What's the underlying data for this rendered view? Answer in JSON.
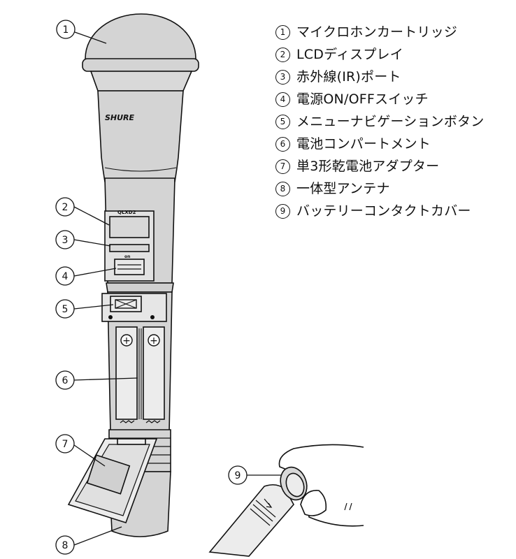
{
  "brand": {
    "logo_text": "SHURE"
  },
  "device_labels": {
    "model": "QLXD2",
    "power": "on"
  },
  "legend": [
    {
      "num": "1",
      "text": "マイクロホンカートリッジ"
    },
    {
      "num": "2",
      "text": "LCDディスプレイ"
    },
    {
      "num": "3",
      "text": "赤外線(IR)ポート"
    },
    {
      "num": "4",
      "text": "電源ON/OFFスイッチ"
    },
    {
      "num": "5",
      "text": "メニューナビゲーションボタン"
    },
    {
      "num": "6",
      "text": "電池コンパートメント"
    },
    {
      "num": "7",
      "text": "単3形乾電池アダプター"
    },
    {
      "num": "8",
      "text": "一体型アンテナ"
    },
    {
      "num": "9",
      "text": "バッテリーコンタクトカバー"
    }
  ],
  "callouts": [
    "1",
    "2",
    "3",
    "4",
    "5",
    "6",
    "7",
    "8",
    "9"
  ],
  "polarity_symbol": "+"
}
